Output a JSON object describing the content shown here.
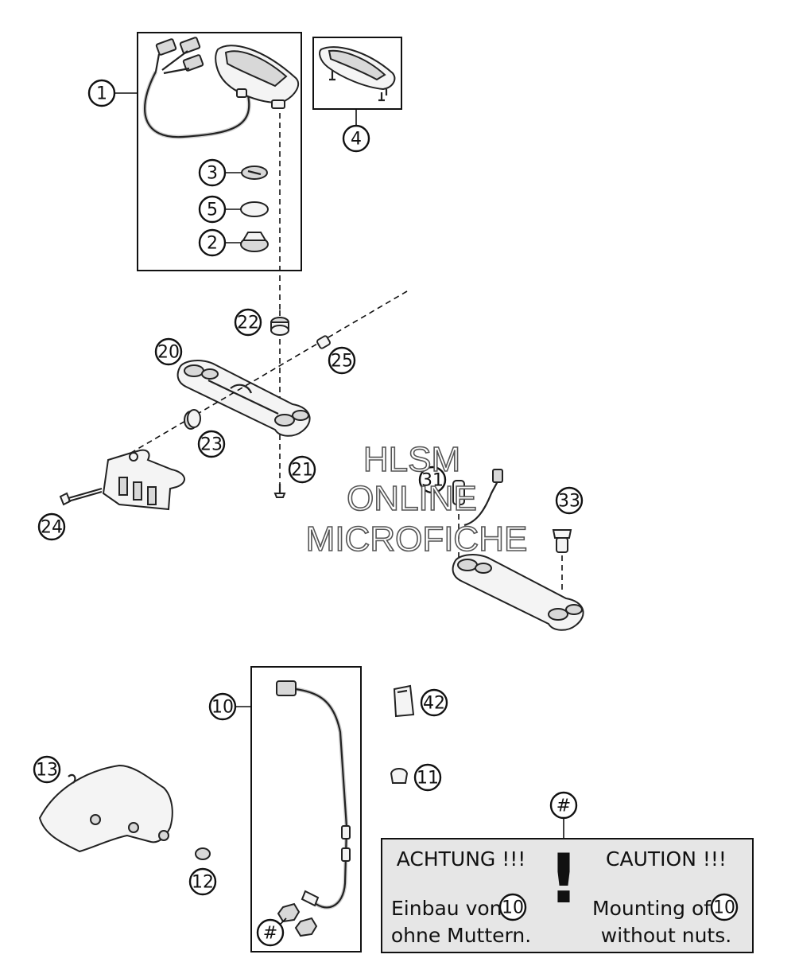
{
  "watermark": {
    "line1": "HLSM",
    "line2": "ONLINE",
    "line3": "MICROFICHE"
  },
  "callouts": {
    "c1": "1",
    "c2": "2",
    "c3": "3",
    "c4": "4",
    "c5": "5",
    "c10": "10",
    "c11": "11",
    "c12": "12",
    "c13": "13",
    "c20": "20",
    "c21": "21",
    "c22": "22",
    "c23": "23",
    "c24": "24",
    "c25": "25",
    "c31": "31",
    "c33": "33",
    "c42": "42",
    "hash_nuts": "#",
    "hash_caution": "#"
  },
  "caution_box": {
    "left_heading": "ACHTUNG !!!",
    "right_heading": "CAUTION !!!",
    "left_line1": "Einbau von",
    "left_ref": "10",
    "left_line2": "ohne Muttern.",
    "right_line1": "Mounting of",
    "right_ref": "10",
    "right_line2": "without nuts.",
    "exclamation": "!"
  },
  "colors": {
    "line": "#111111",
    "caution_fill": "#e6e6e6",
    "part_fill": "#f4f4f4"
  }
}
